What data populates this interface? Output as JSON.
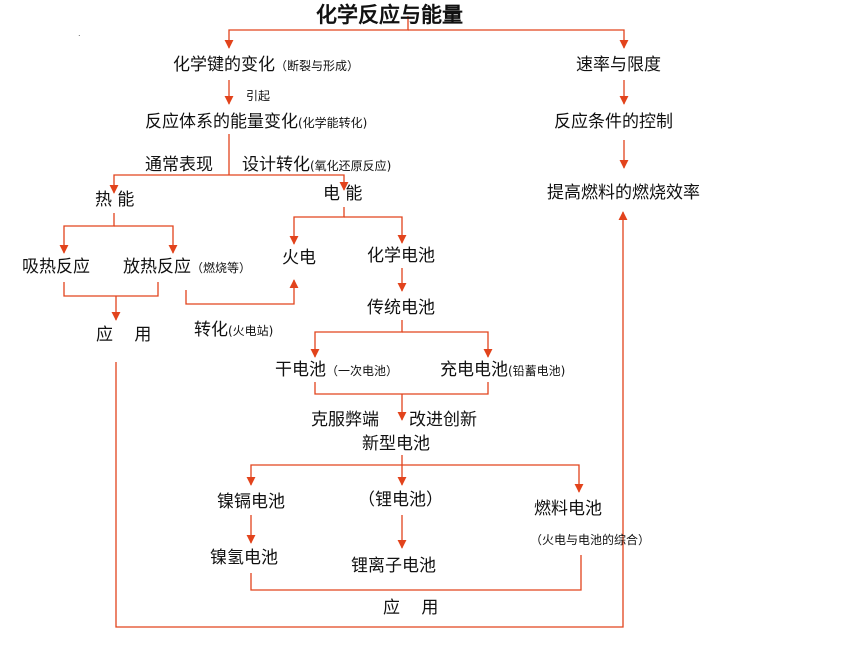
{
  "colors": {
    "line": "#e2431c",
    "text": "#111111"
  },
  "title": "化学反应与能量",
  "nodes": {
    "bond_change": "化学键的变化",
    "bond_change_note": "（断裂与形成）",
    "cause": "引起",
    "energy_change": "反应体系的能量变化",
    "energy_change_note": "(化学能转化)",
    "usual": "通常表现",
    "design": "设计转化",
    "design_note": "(氧化还原反应)",
    "heat": "热 能",
    "electric": "电 能",
    "endo": "吸热反应",
    "exo": "放热反应",
    "exo_note": "（燃烧等）",
    "apply_left": "应 用",
    "fire_power": "火电",
    "convert": "转化",
    "convert_note": "(火电站)",
    "chem_battery": "化学电池",
    "traditional": "传统电池",
    "dry_cell": "干电池",
    "dry_cell_note": "（一次电池）",
    "rechargeable": "充电电池",
    "rechargeable_note": "(铅蓄电池)",
    "overcome": "克服弊端",
    "improve": "改进创新",
    "new_battery": "新型电池",
    "nicd": "镍镉电池",
    "lithium": "（锂电池）",
    "fuel_cell": "燃料电池",
    "fuel_cell_note": "（火电与电池的综合）",
    "nimh": "镍氢电池",
    "li_ion": "锂离子电池",
    "apply_bottom": "应 用",
    "rate": "速率与限度",
    "condition": "反应条件的控制",
    "efficiency": "提高燃料的燃烧效率"
  }
}
